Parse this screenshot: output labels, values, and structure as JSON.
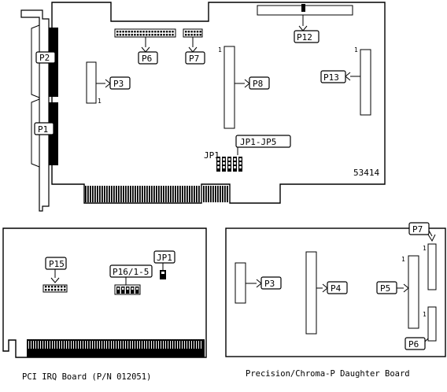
{
  "main_board": {
    "labels": {
      "p2": "P2",
      "p1": "P1",
      "p3": "P3",
      "p6": "P6",
      "p7": "P7",
      "p8": "P8",
      "p12": "P12",
      "p13": "P13",
      "jp1_jp5": "JP1-JP5",
      "jp1": "JP1"
    },
    "pin_marks": {
      "p3_pin": "1",
      "p8_pin": "1",
      "p13_pin": "1"
    },
    "part_number": "53414"
  },
  "irq_board": {
    "labels": {
      "p15": "P15",
      "p16": "P16/1-5",
      "jp1": "JP1"
    },
    "caption": "PCI IRQ Board (P/N 012051)"
  },
  "daughter_board": {
    "labels": {
      "p3": "P3",
      "p4": "P4",
      "p5": "P5",
      "p6": "P6",
      "p7": "P7"
    },
    "pin_marks": {
      "p5_pin": "1",
      "p7_pin": "1",
      "p6_pin": "1"
    },
    "caption": "Precision/Chroma-P Daughter Board"
  }
}
